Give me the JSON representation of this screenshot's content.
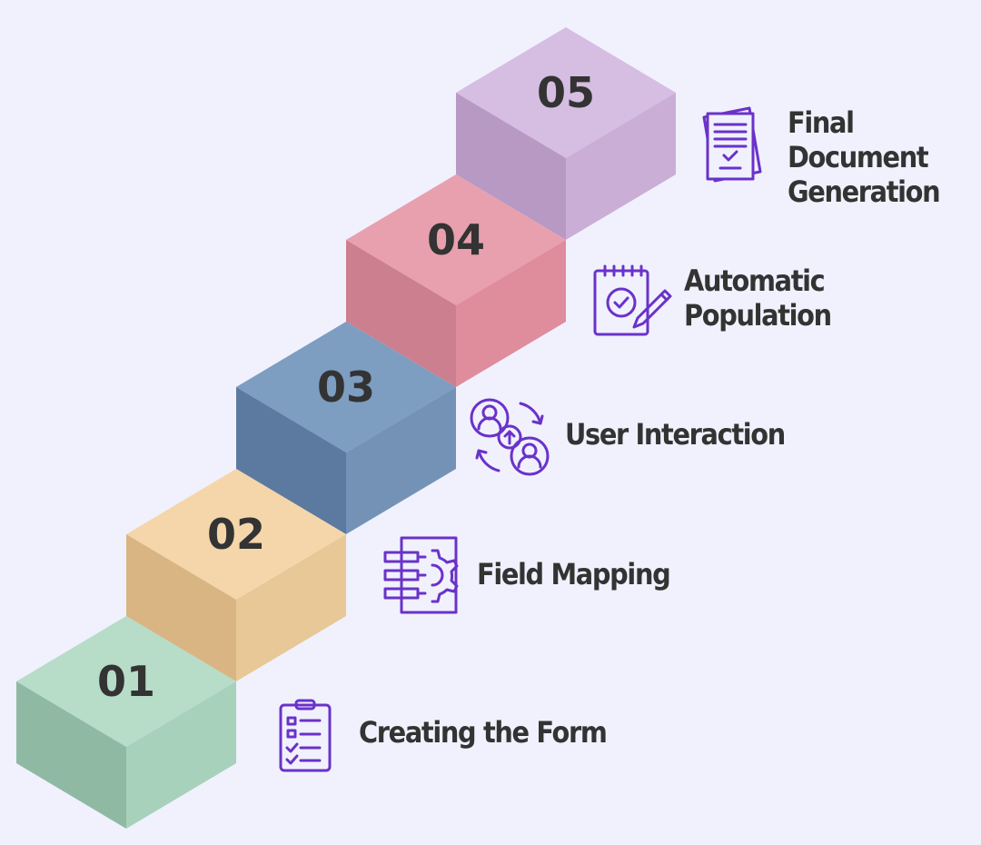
{
  "steps": [
    {
      "number": "01",
      "label_lines": [
        "Creating the Form"
      ],
      "icon": "clipboard-checklist-icon",
      "colors": {
        "top": "#b7dcc8",
        "left": "#8fb9a3",
        "right": "#a7d1bb"
      }
    },
    {
      "number": "02",
      "label_lines": [
        "Field Mapping"
      ],
      "icon": "field-mapping-gear-icon",
      "colors": {
        "top": "#f5d6aa",
        "left": "#d8b582",
        "right": "#e7c896"
      }
    },
    {
      "number": "03",
      "label_lines": [
        "User Interaction"
      ],
      "icon": "user-interaction-icon",
      "colors": {
        "top": "#7d9dc1",
        "left": "#5c7a9f",
        "right": "#7392b6"
      }
    },
    {
      "number": "04",
      "label_lines": [
        "Automatic",
        "Population"
      ],
      "icon": "calendar-edit-icon",
      "colors": {
        "top": "#e8a0ae",
        "left": "#cc7f8e",
        "right": "#df8c9c"
      }
    },
    {
      "number": "05",
      "label_lines": [
        "Final",
        "Document",
        "Generation"
      ],
      "icon": "document-stack-icon",
      "colors": {
        "top": "#d6bde2",
        "left": "#b899c4",
        "right": "#caaed5"
      }
    }
  ],
  "icon_color": "#6a32c9",
  "text_color": "#333333",
  "background": "#f0f1fd"
}
